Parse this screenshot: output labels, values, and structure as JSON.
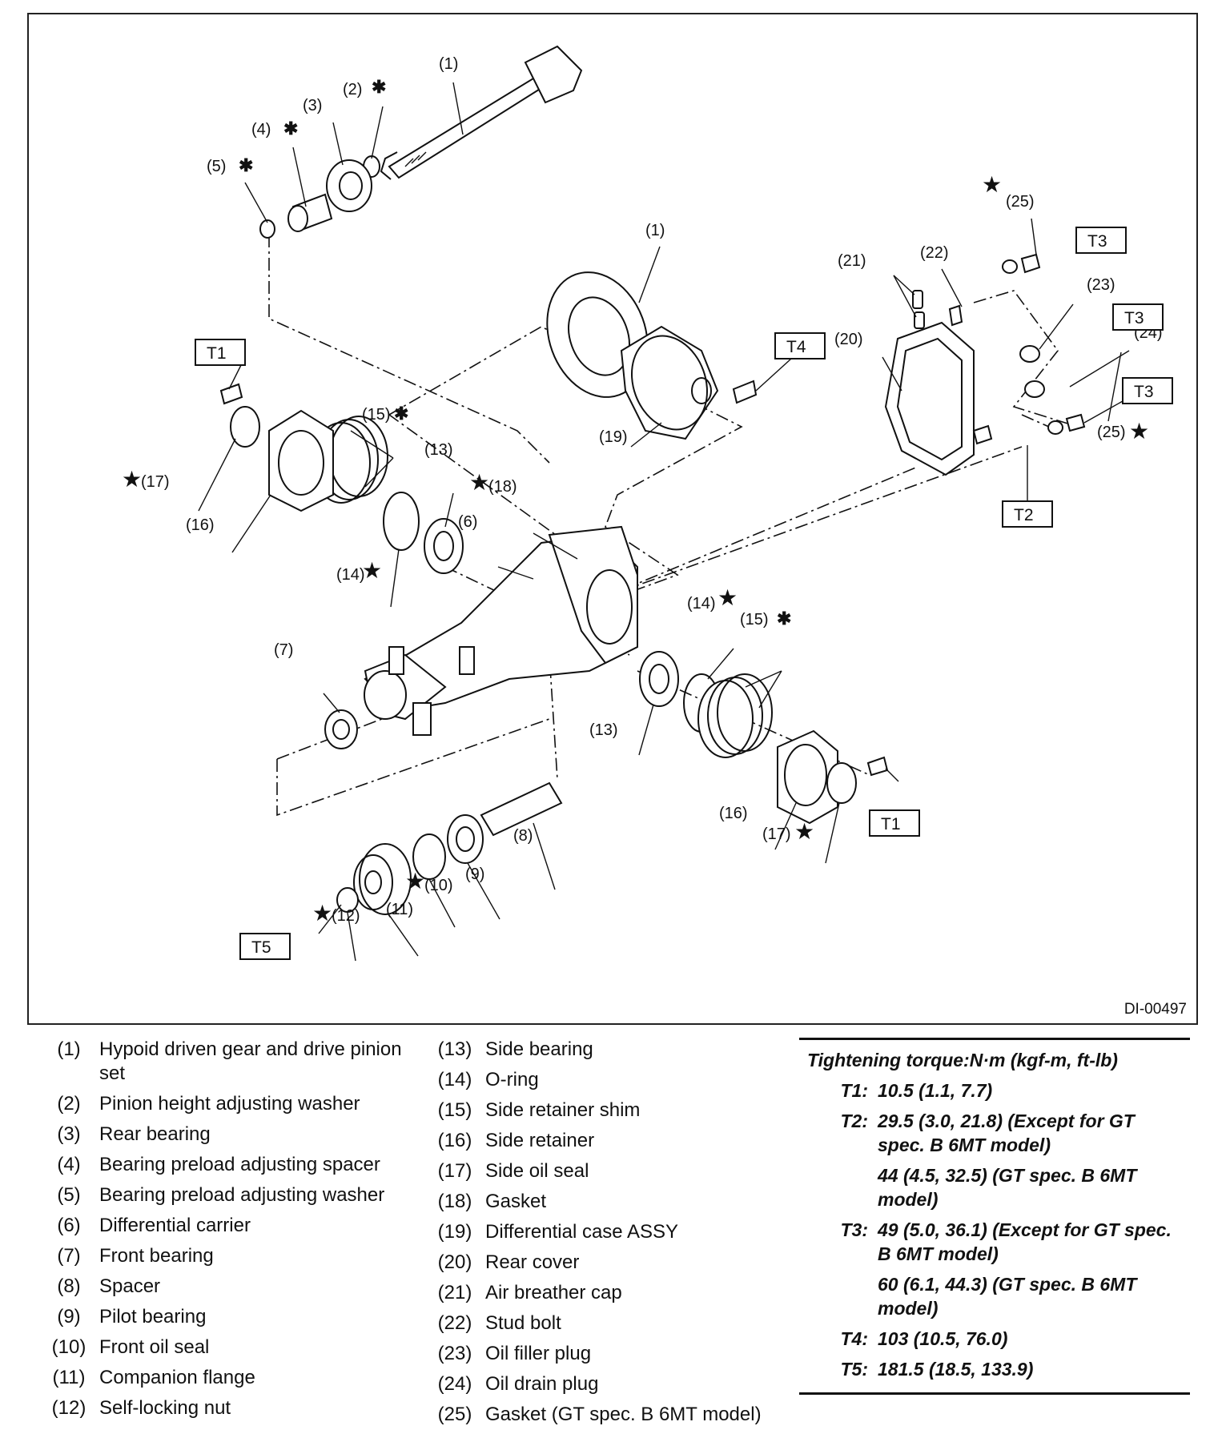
{
  "figure": {
    "code": "DI-00497",
    "callouts": {
      "c1a": "(1)",
      "c2": "(2)",
      "c3": "(3)",
      "c4": "(4)",
      "c5": "(5)",
      "c1b": "(1)",
      "c25a": "(25)",
      "c22": "(22)",
      "c21": "(21)",
      "c23": "(23)",
      "c24": "(24)",
      "c20": "(20)",
      "c25b": "(25)",
      "c19": "(19)",
      "c15a": "(15)",
      "c13a": "(13)",
      "c17a": "(17)",
      "c16a": "(16)",
      "c18": "(18)",
      "c6": "(6)",
      "c14a": "(14)",
      "c14b": "(14)",
      "c15b": "(15)",
      "c7": "(7)",
      "c13b": "(13)",
      "c16b": "(16)",
      "c17b": "(17)",
      "c8": "(8)",
      "c9": "(9)",
      "c10": "(10)",
      "c11": "(11)",
      "c12": "(12)"
    },
    "torque_boxes": {
      "t1a": "T1",
      "t1b": "T1",
      "t2": "T2",
      "t3a": "T3",
      "t3b": "T3",
      "t3c": "T3",
      "t4": "T4",
      "t5": "T5"
    },
    "marks": {
      "star": "★",
      "asterisk": "✱"
    }
  },
  "parts_left": [
    {
      "num": "(1)",
      "name": "Hypoid driven gear and drive pinion set"
    },
    {
      "num": "(2)",
      "name": "Pinion height adjusting washer"
    },
    {
      "num": "(3)",
      "name": "Rear bearing"
    },
    {
      "num": "(4)",
      "name": "Bearing preload adjusting spacer"
    },
    {
      "num": "(5)",
      "name": "Bearing preload adjusting washer"
    },
    {
      "num": "(6)",
      "name": "Differential carrier"
    },
    {
      "num": "(7)",
      "name": "Front bearing"
    },
    {
      "num": "(8)",
      "name": "Spacer"
    },
    {
      "num": "(9)",
      "name": "Pilot bearing"
    },
    {
      "num": "(10)",
      "name": "Front oil seal"
    },
    {
      "num": "(11)",
      "name": "Companion flange"
    },
    {
      "num": "(12)",
      "name": "Self-locking nut"
    }
  ],
  "parts_right": [
    {
      "num": "(13)",
      "name": "Side bearing"
    },
    {
      "num": "(14)",
      "name": "O-ring"
    },
    {
      "num": "(15)",
      "name": "Side retainer shim"
    },
    {
      "num": "(16)",
      "name": "Side retainer"
    },
    {
      "num": "(17)",
      "name": "Side oil seal"
    },
    {
      "num": "(18)",
      "name": "Gasket"
    },
    {
      "num": "(19)",
      "name": "Differential case ASSY"
    },
    {
      "num": "(20)",
      "name": "Rear cover"
    },
    {
      "num": "(21)",
      "name": "Air breather cap"
    },
    {
      "num": "(22)",
      "name": "Stud bolt"
    },
    {
      "num": "(23)",
      "name": "Oil filler plug"
    },
    {
      "num": "(24)",
      "name": "Oil drain plug"
    },
    {
      "num": "(25)",
      "name": "Gasket (GT spec. B 6MT model)"
    }
  ],
  "torque": {
    "title": "Tightening torque:N·m (kgf-m, ft-lb)",
    "items": [
      {
        "key": "T1:",
        "value": "10.5 (1.1, 7.7)"
      },
      {
        "key": "T2:",
        "value": "29.5 (3.0, 21.8) (Except for GT spec. B 6MT model)"
      },
      {
        "key": "",
        "value": "44 (4.5, 32.5) (GT spec. B 6MT model)"
      },
      {
        "key": "T3:",
        "value": "49 (5.0, 36.1) (Except for GT spec. B 6MT model)"
      },
      {
        "key": "",
        "value": "60 (6.1, 44.3) (GT spec. B 6MT model)"
      },
      {
        "key": "T4:",
        "value": "103 (10.5, 76.0)"
      },
      {
        "key": "T5:",
        "value": "181.5 (18.5, 133.9)"
      }
    ]
  }
}
